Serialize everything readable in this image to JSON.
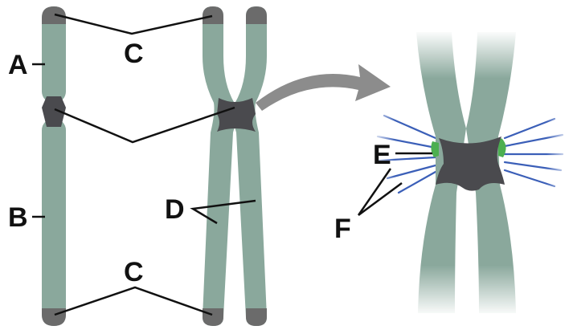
{
  "labels": {
    "a": "A",
    "b": "B",
    "c_top": "C",
    "c_bottom": "C",
    "d": "D",
    "e": "E",
    "f": "F"
  },
  "colors": {
    "chromatid": "#8aa89c",
    "telomere": "#6b6b6b",
    "centromere": "#4a4a4e",
    "spindle": "#3b5fb8",
    "kinetochore": "#4caf50",
    "arrow": "#8c8c8c",
    "line": "#111111"
  }
}
